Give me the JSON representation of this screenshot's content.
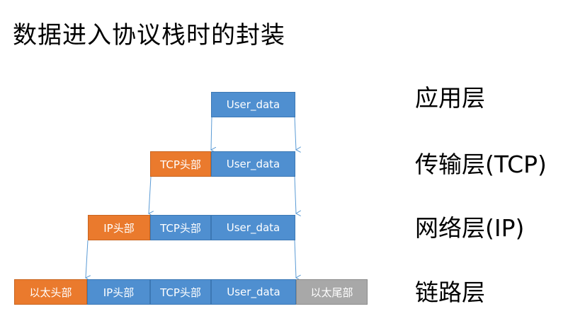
{
  "title": "数据进入协议栈时的封装",
  "layers": {
    "application": "应用层",
    "transport": "传输层(TCP)",
    "network": "网络层(IP)",
    "link": "链路层"
  },
  "segments": {
    "user_data": "User_data",
    "tcp_header": "TCP头部",
    "ip_header": "IP头部",
    "eth_header": "以太头部",
    "eth_trailer": "以太尾部"
  },
  "colors": {
    "data_block": "#4f8fd0",
    "new_header": "#ea7a2d",
    "trailer": "#a8a8a8",
    "arrow": "#5b9bd5"
  }
}
